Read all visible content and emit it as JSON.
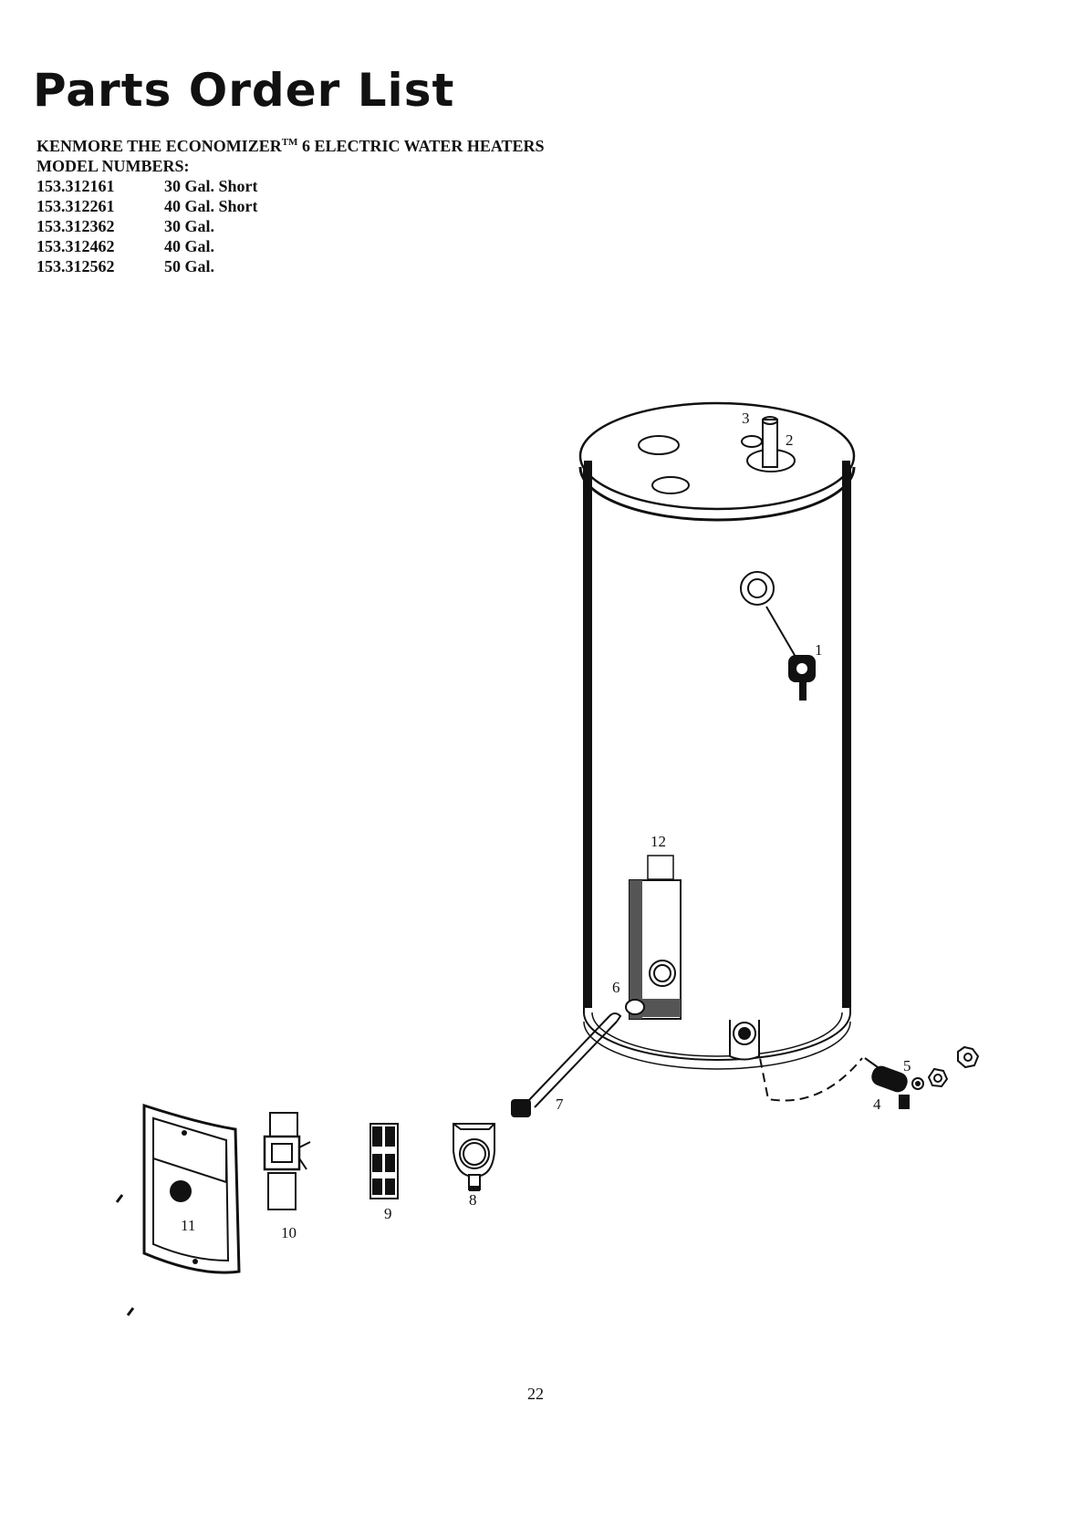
{
  "document": {
    "title": "Parts Order List",
    "heading_prefix": "KENMORE THE ECONOMIZER",
    "trademark": "TM",
    "heading_suffix": " 6 ELECTRIC WATER HEATERS",
    "model_numbers_label": "MODEL NUMBERS:",
    "models": [
      {
        "number": "153.312161",
        "description": "30 Gal. Short"
      },
      {
        "number": "153.312261",
        "description": "40 Gal. Short"
      },
      {
        "number": "153.312362",
        "description": "30 Gal."
      },
      {
        "number": "153.312462",
        "description": "40 Gal."
      },
      {
        "number": "153.312562",
        "description": "50 Gal."
      }
    ],
    "page_number": "22"
  },
  "diagram": {
    "callouts": [
      "1",
      "2",
      "3",
      "4",
      "5",
      "6",
      "7",
      "8",
      "9",
      "10",
      "11",
      "12"
    ]
  }
}
